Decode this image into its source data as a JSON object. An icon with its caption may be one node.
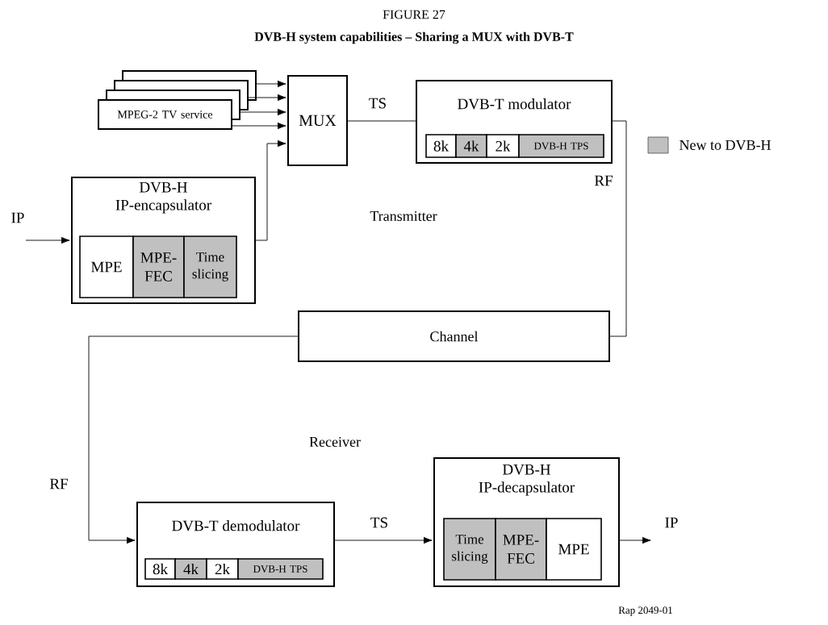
{
  "diagram": {
    "title": "DVB-H system capabilities – Sharing a MUX with DVB-T",
    "nodes": [
      {
        "text": [],
        "shape": "box"
      },
      {
        "text": [],
        "shape": "box"
      },
      {
        "text": [],
        "shape": "box"
      },
      {
        "text": [
          "MPEG-2 TV service"
        ]
      },
      {
        "text": [
          "MUX"
        ]
      },
      {
        "text": [
          "DVB-T modulator"
        ]
      },
      {
        "text": [
          "8k"
        ],
        "in": 5
      },
      {
        "text": [
          "4k"
        ],
        "in": 5
      },
      {
        "text": [
          "2k"
        ],
        "in": 5
      },
      {
        "text": [
          "DVB-H TPS"
        ],
        "in": 5
      },
      {
        "text": [
          "DVB-H IP-encapsulator"
        ]
      },
      {
        "text": [
          "MPE"
        ],
        "in": 10
      },
      {
        "text": [
          "MPE-FEC"
        ],
        "in": 10
      },
      {
        "text": [
          "Time slicing"
        ],
        "in": 10
      },
      {
        "text": [
          "Channel"
        ]
      },
      {
        "text": [
          "DVB-T demodulator"
        ]
      },
      {
        "text": [
          "8k"
        ],
        "in": 15
      },
      {
        "text": [
          "4k"
        ],
        "in": 15
      },
      {
        "text": [
          "2k"
        ],
        "in": 15
      },
      {
        "text": [
          "DVB-H TPS"
        ],
        "in": 15
      },
      {
        "text": [
          "DVB-H IP-decapsulator"
        ]
      },
      {
        "text": [
          "Time slicing"
        ],
        "in": 20
      },
      {
        "text": [
          "MPE-FEC"
        ],
        "in": 20
      },
      {
        "text": [
          "MPE"
        ],
        "in": 20
      }
    ],
    "edges": [
      {
        "from": 0,
        "to": 4,
        "arrow": "to"
      },
      {
        "from": 1,
        "to": 4,
        "arrow": "to"
      },
      {
        "from": 2,
        "to": 4,
        "arrow": "to"
      },
      {
        "from": 3,
        "to": 4,
        "arrow": "to"
      },
      {
        "from": 10,
        "to": 4,
        "arrow": "to"
      },
      {
        "from": 4,
        "to": 5,
        "arrow": "none",
        "label": "TS"
      },
      {
        "from": 5,
        "to": 14,
        "arrow": "none",
        "label": "RF"
      },
      {
        "from": 14,
        "to": 15,
        "arrow": "to",
        "label": "RF"
      },
      {
        "from": null,
        "to": 10,
        "arrow": "to",
        "label": "IP"
      },
      {
        "from": 15,
        "to": 20,
        "arrow": "to",
        "label": "TS"
      },
      {
        "from": 20,
        "to": null,
        "arrow": "to",
        "label": "IP"
      }
    ],
    "labels": [
      "FIGURE 27",
      "Transmitter",
      "Receiver",
      "Rap 2049-01"
    ],
    "legend": [
      {
        "text": "New to DVB-H",
        "color": "#c0c0c0"
      }
    ]
  }
}
